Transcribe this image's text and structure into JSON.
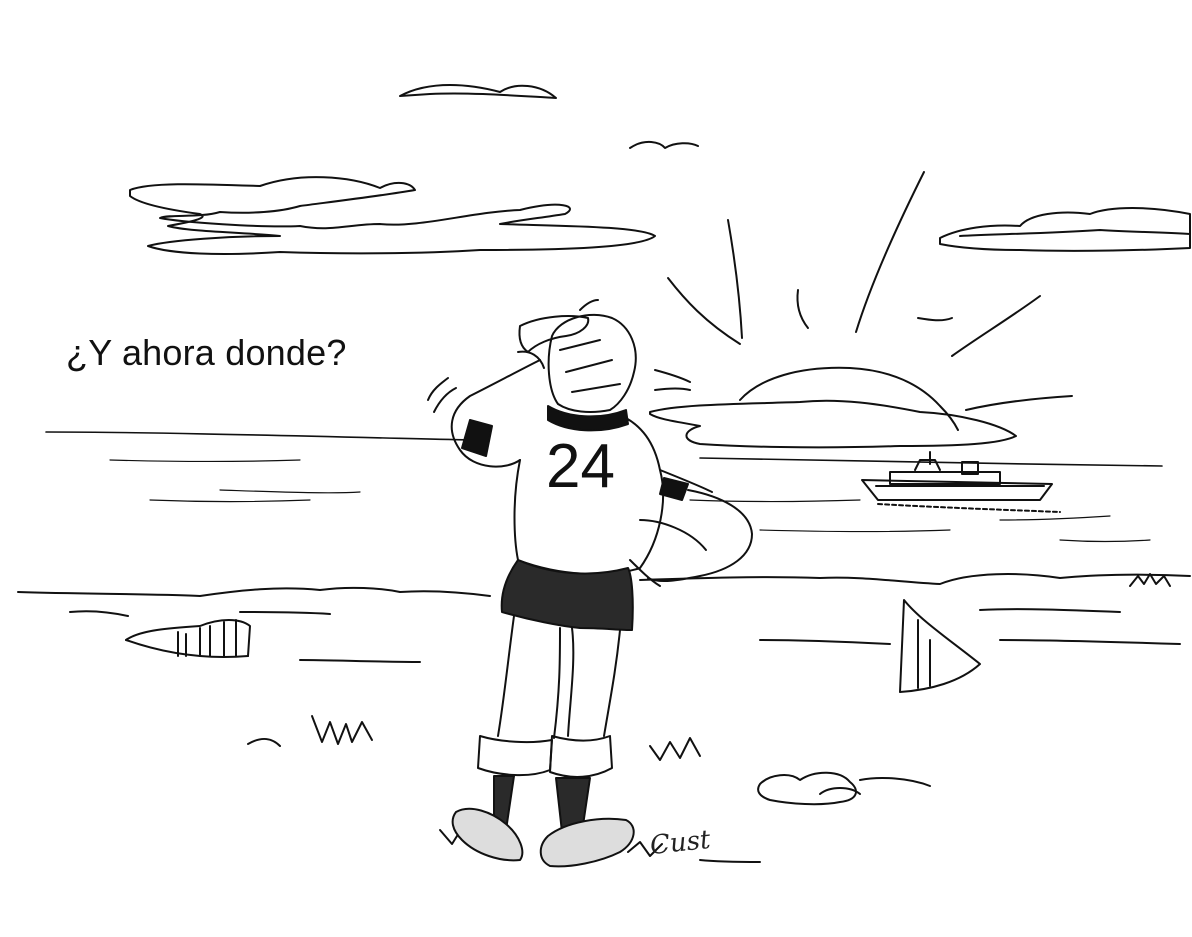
{
  "cartoon": {
    "caption": "¿Y ahora donde?",
    "jersey_number": "24",
    "signature": "Cust"
  },
  "colors": {
    "ink": "#111111",
    "paper": "#ffffff"
  }
}
